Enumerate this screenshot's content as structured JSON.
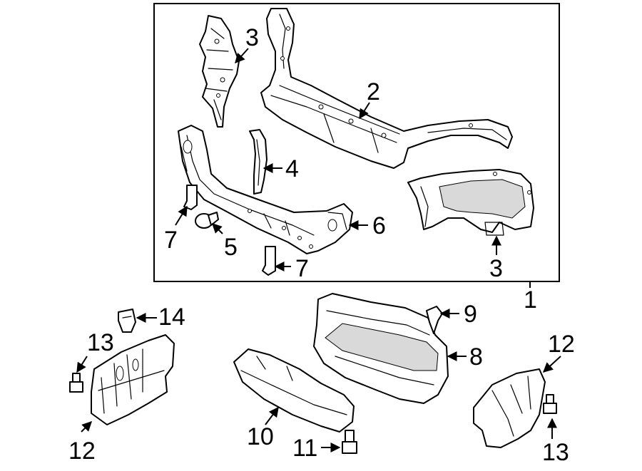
{
  "callouts": [
    {
      "id": "c1",
      "label": "1"
    },
    {
      "id": "c2",
      "label": "2"
    },
    {
      "id": "c3a",
      "label": "3"
    },
    {
      "id": "c3b",
      "label": "3"
    },
    {
      "id": "c4",
      "label": "4"
    },
    {
      "id": "c5",
      "label": "5"
    },
    {
      "id": "c6",
      "label": "6"
    },
    {
      "id": "c7a",
      "label": "7"
    },
    {
      "id": "c7b",
      "label": "7"
    },
    {
      "id": "c8",
      "label": "8"
    },
    {
      "id": "c9",
      "label": "9"
    },
    {
      "id": "c10",
      "label": "10"
    },
    {
      "id": "c11",
      "label": "11"
    },
    {
      "id": "c12a",
      "label": "12"
    },
    {
      "id": "c12b",
      "label": "12"
    },
    {
      "id": "c13a",
      "label": "13"
    },
    {
      "id": "c13b",
      "label": "13"
    },
    {
      "id": "c14",
      "label": "14"
    }
  ]
}
